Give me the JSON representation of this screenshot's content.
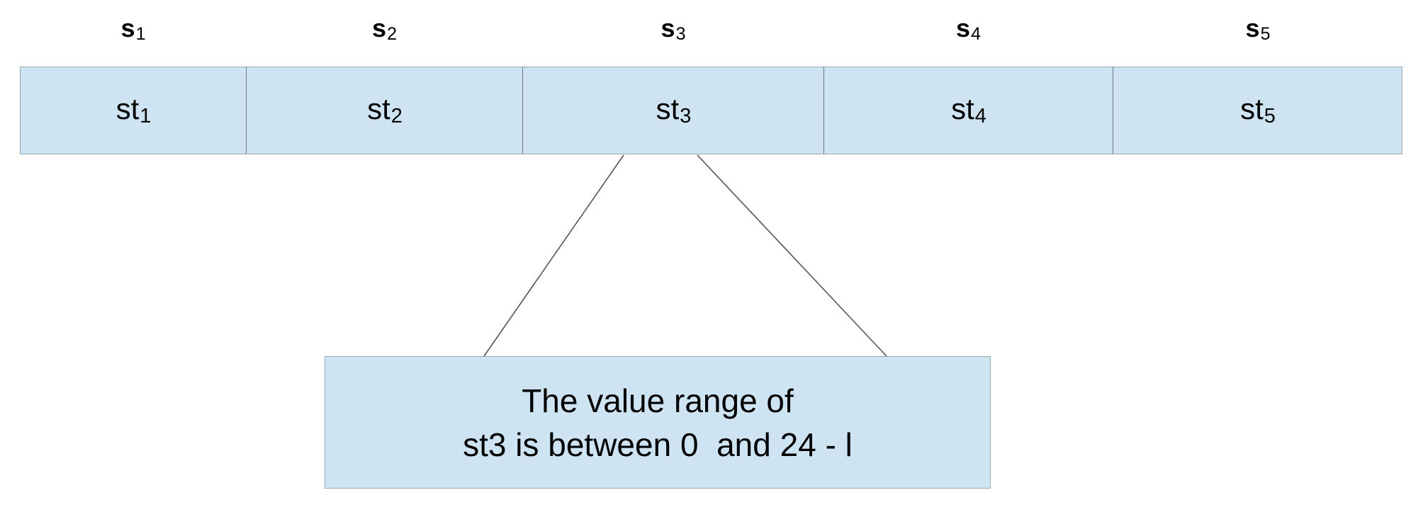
{
  "diagram": {
    "title_bar": {
      "segment_labels": [
        {
          "base": "s",
          "sub": "1"
        },
        {
          "base": "s",
          "sub": "2"
        },
        {
          "base": "s",
          "sub": "3"
        },
        {
          "base": "s",
          "sub": "4"
        },
        {
          "base": "s",
          "sub": "5"
        }
      ],
      "segments": [
        {
          "base": "st",
          "sub": "1"
        },
        {
          "base": "st",
          "sub": "2"
        },
        {
          "base": "st",
          "sub": "3"
        },
        {
          "base": "st",
          "sub": "4"
        },
        {
          "base": "st",
          "sub": "5"
        }
      ]
    },
    "callout": {
      "line1": "The value range of",
      "line2": "st3 is between 0  and 24 - l"
    },
    "colors": {
      "fill": "#cee4f2",
      "outer_border": "#9aa7b0",
      "divider": "#6f7780",
      "connector": "#555555",
      "text": "#000000",
      "background": "#ffffff"
    }
  }
}
